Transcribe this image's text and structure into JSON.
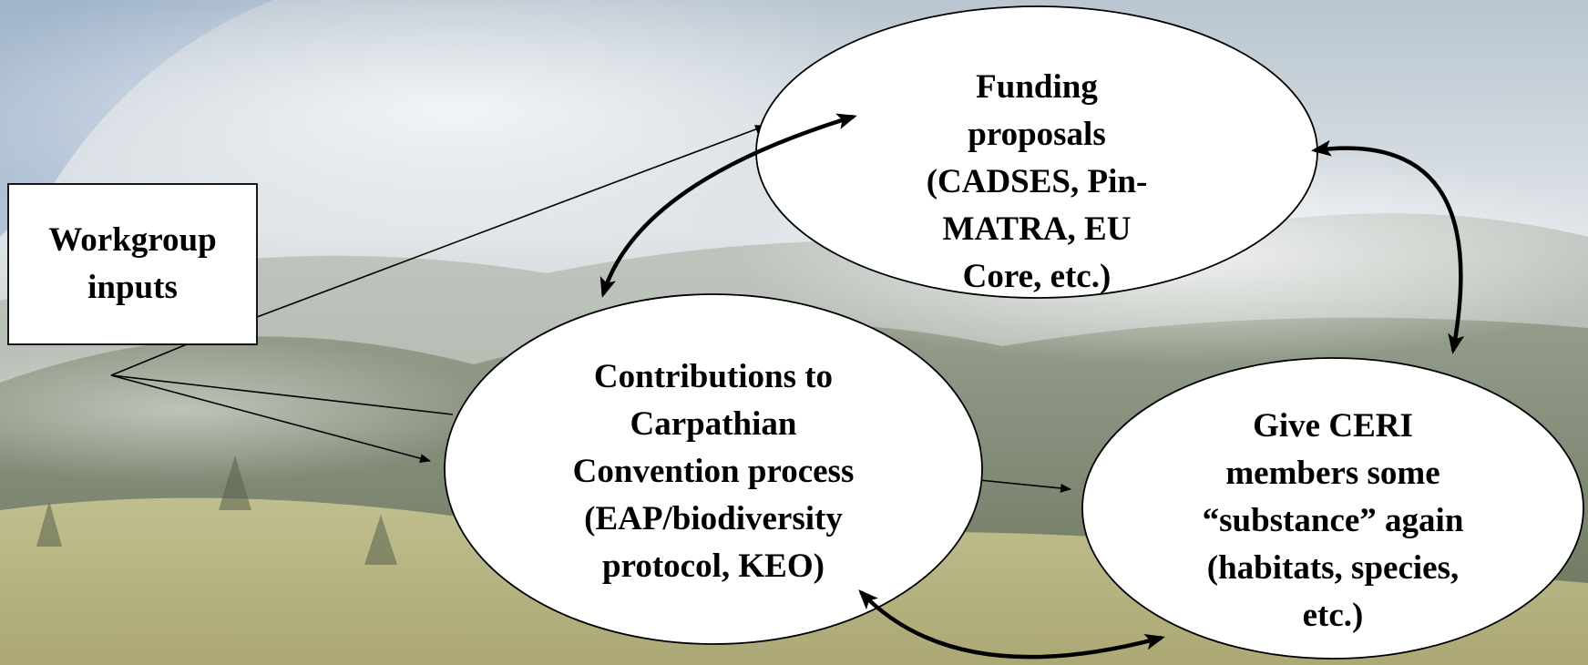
{
  "nodes": {
    "workgroup": {
      "label": "Workgroup\ninputs",
      "shape": "rectangle"
    },
    "funding": {
      "label": "Funding\nproposals\n(CADSES, Pin-\nMATRA, EU\nCore, etc.)",
      "shape": "ellipse"
    },
    "contributions": {
      "label": "Contributions to\nCarpathian\nConvention process\n(EAP/biodiversity\nprotocol, KEO)",
      "shape": "ellipse"
    },
    "ceri": {
      "label": "Give CERI\nmembers some\n“substance” again\n(habitats, species,\netc.)",
      "shape": "ellipse"
    }
  },
  "edges": [
    {
      "from": "workgroup",
      "to": "funding",
      "style": "thin-arrow"
    },
    {
      "from": "workgroup",
      "to": "contributions",
      "style": "thin-arrow"
    },
    {
      "from": "contributions",
      "to": "ceri",
      "style": "thin-arrow"
    },
    {
      "from": "contributions",
      "to": "funding",
      "style": "thick-double-arrow"
    },
    {
      "from": "funding",
      "to": "ceri",
      "style": "thick-double-arrow"
    },
    {
      "from": "contributions",
      "to": "ceri",
      "style": "thick-double-arrow"
    }
  ],
  "colors": {
    "sky_top": "#c9d3dc",
    "mist": "#e6e9ec",
    "forest": "#6f7a60",
    "meadow": "#b9b784",
    "node_fill": "#ffffff",
    "stroke": "#000000"
  }
}
